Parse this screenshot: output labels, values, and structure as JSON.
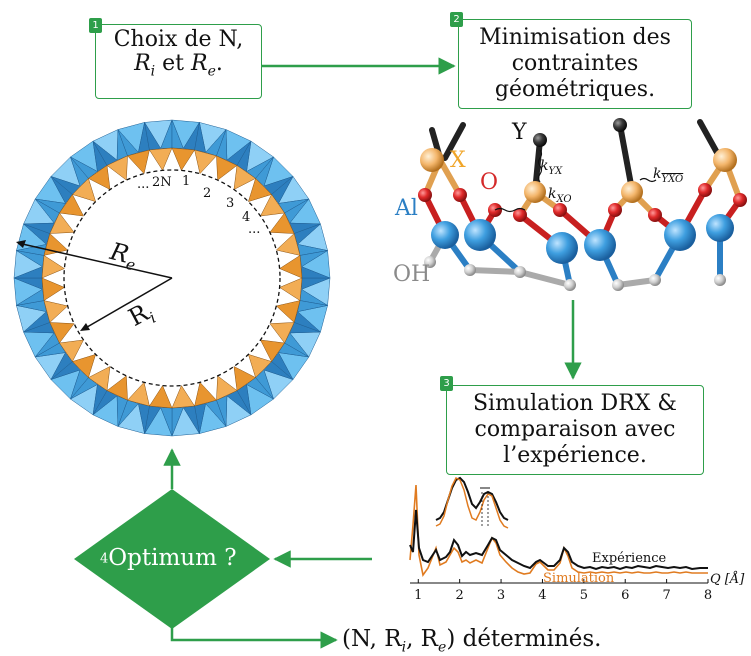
{
  "steps": {
    "s1": {
      "badge": "1",
      "line1": "Choix de N,",
      "r_i": "R",
      "r_i_sub": "i",
      "mid": " et ",
      "r_e": "R",
      "r_e_sub": "e",
      "end": "."
    },
    "s2": {
      "badge": "2",
      "lines": [
        "Minimisation des",
        "contraintes",
        "géométriques."
      ]
    },
    "s3": {
      "badge": "3",
      "lines": [
        "Simulation DRX &",
        "comparaison avec",
        "l’expérience."
      ]
    },
    "s4": {
      "badge": "4",
      "label": "Optimum ?"
    }
  },
  "result": {
    "text": "(N, R",
    "sub_i": "i",
    "sep": ", R",
    "sub_e": "e",
    "end": ") déterminés."
  },
  "ring": {
    "index_labels": [
      "...",
      "2N",
      "1",
      "2",
      "3",
      "4",
      "..."
    ],
    "outer_label": "R",
    "outer_sub": "e",
    "inner_label": "R",
    "inner_sub": "i"
  },
  "molecule": {
    "labels": {
      "y": "Y",
      "x": "X",
      "o": "O",
      "al": "Al",
      "oh": "OH"
    },
    "k_yx": "k",
    "k_yx_sub": "YX",
    "k_xo": "k",
    "k_xo_sub": "XO",
    "k_yxo": "k",
    "k_yxo_sub": "YXO"
  },
  "chart_data": {
    "type": "line",
    "xlabel": "Q [Å]",
    "x_ticks": [
      "1",
      "2",
      "3",
      "4",
      "5",
      "6",
      "7",
      "8"
    ],
    "xlim": [
      0.8,
      8.0
    ],
    "series": [
      {
        "name": "Expérience",
        "color": "#111111"
      },
      {
        "name": "Simulation",
        "color": "#e07b20"
      }
    ]
  },
  "colors": {
    "green": "#2e9e4a",
    "blue": "#5bb2e6",
    "orange": "#e8952f",
    "red": "#d42a2a",
    "gold": "#f3c07a"
  }
}
